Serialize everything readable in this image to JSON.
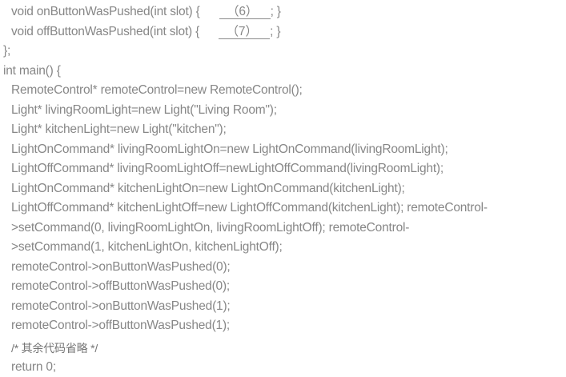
{
  "page": {
    "background": "#ffffff",
    "text_color": "#878787"
  },
  "code": {
    "blank_lines": [
      {
        "pre": "void onButtonWasPushed(int slot) {",
        "blank": "（6）",
        "post": "; }"
      },
      {
        "pre": "void offButtonWasPushed(int slot) {",
        "blank": "（7）",
        "post": "; }"
      }
    ],
    "body": [
      "};",
      "int main() {",
      "RemoteControl* remoteControl=new RemoteControl();",
      "Light* livingRoomLight=new Light(\"Living Room\");",
      "Light* kitchenLight=new Light(\"kitchen\");",
      "LightOnCommand* livingRoomLightOn=new LightOnCommand(livingRoomLight);",
      "LightOffCommand* livingRoomLightOff=newLightOffCommand(livingRoomLight);",
      "LightOnCommand* kitchenLightOn=new LightOnCommand(kitchenLight);",
      "LightOffCommand* kitchenLightOff=new LightOffCommand(kitchenLight); remoteControl-",
      ">setCommand(0, livingRoomLightOn, livingRoomLightOff); remoteControl-",
      ">setCommand(1, kitchenLightOn, kitchenLightOff);",
      "remoteControl->onButtonWasPushed(0);",
      "remoteControl->offButtonWasPushed(0);",
      "remoteControl->onButtonWasPushed(1);",
      "remoteControl->offButtonWasPushed(1);",
      "/* 其余代码省略 */",
      "return 0;"
    ]
  }
}
